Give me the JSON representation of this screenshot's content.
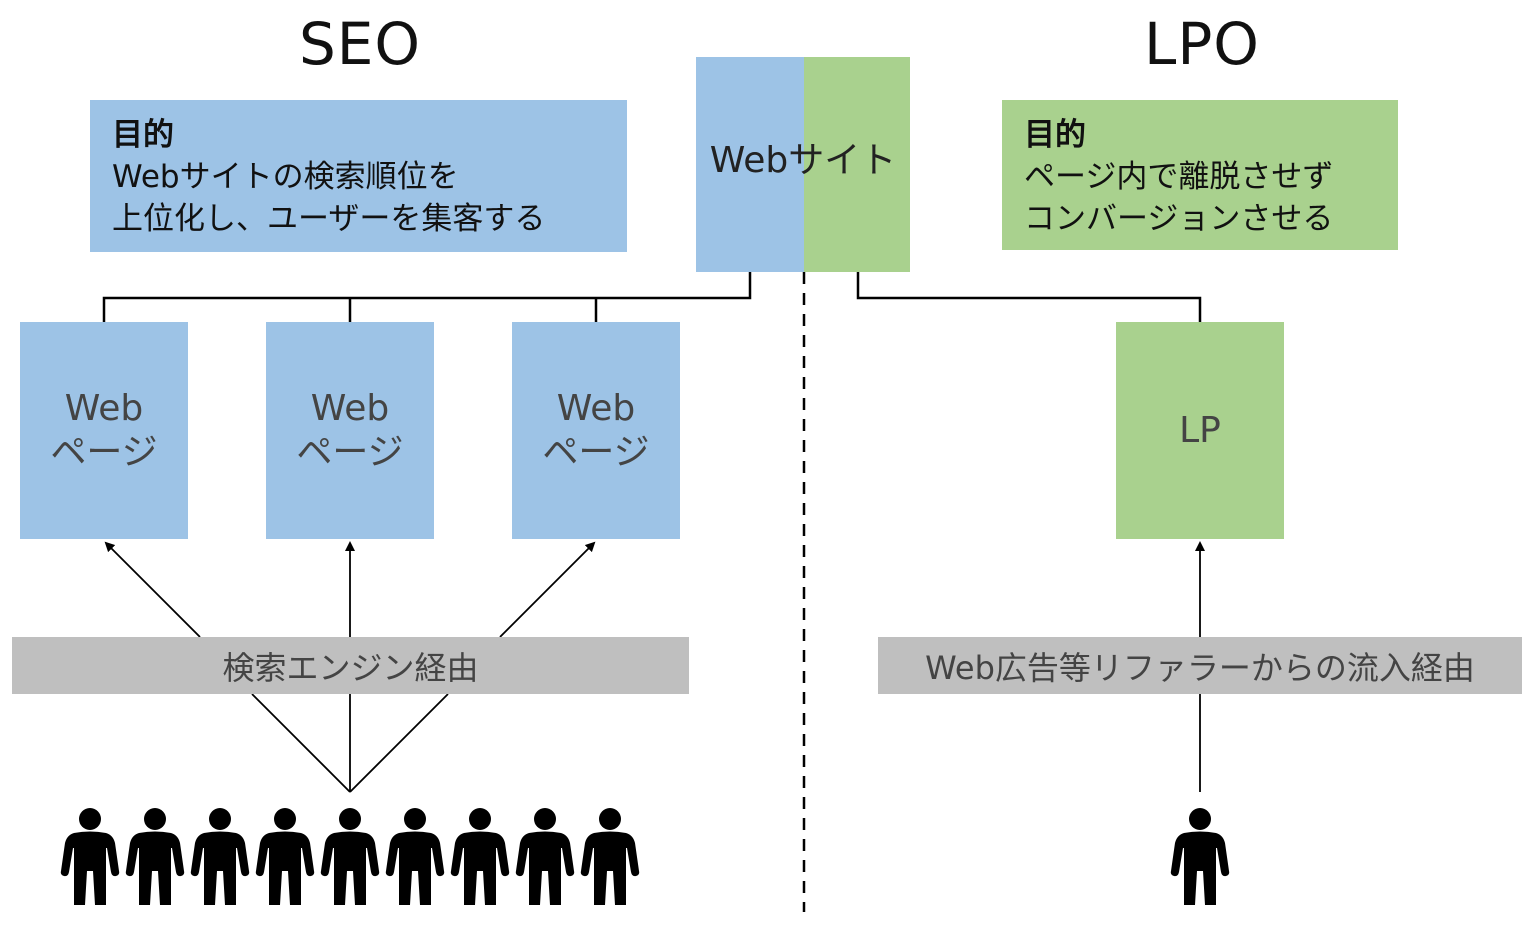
{
  "seo": {
    "heading": "SEO",
    "purpose_title": "目的",
    "purpose_lines": [
      "Webサイトの検索順位を",
      "上位化し、ユーザーを集客する"
    ],
    "pages": [
      {
        "line1": "Web",
        "line2": "ページ"
      },
      {
        "line1": "Web",
        "line2": "ページ"
      },
      {
        "line1": "Web",
        "line2": "ページ"
      }
    ],
    "source_label": "検索エンジン経由",
    "people_count": 9
  },
  "lpo": {
    "heading": "LPO",
    "purpose_title": "目的",
    "purpose_lines": [
      "ページ内で離脱させず",
      "コンバージョンさせる"
    ],
    "page_label": "LP",
    "source_label": "Web広告等リファラーからの流入経由",
    "people_count": 1
  },
  "center": {
    "website_label": "Webサイト"
  },
  "colors": {
    "seo_blue": "#9dc3e6",
    "lpo_green": "#a9d18e",
    "source_grey": "#bfbfbf",
    "person": "#000000"
  },
  "icons": {
    "person": "person-icon"
  }
}
